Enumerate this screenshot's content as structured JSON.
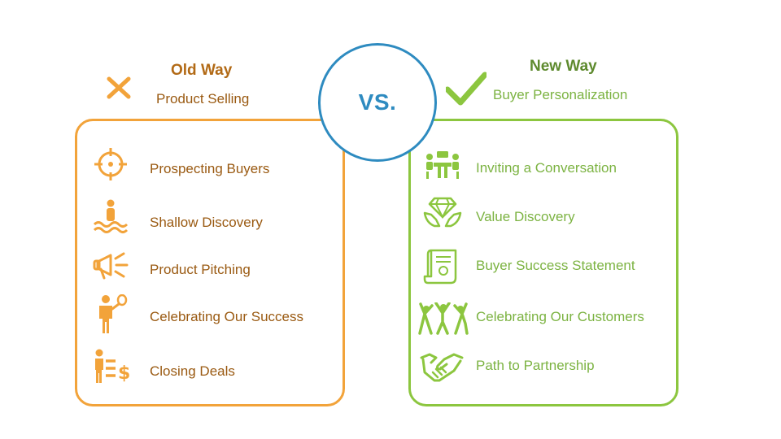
{
  "old_way": {
    "heading": "Old Way",
    "subheading": "Product Selling",
    "marker_icon": "x-mark-icon",
    "color": "#f2a33a",
    "items": [
      {
        "label": "Prospecting Buyers",
        "icon": "crosshair-icon"
      },
      {
        "label": "Shallow Discovery",
        "icon": "sinking-person-icon"
      },
      {
        "label": "Product Pitching",
        "icon": "megaphone-icon"
      },
      {
        "label": "Celebrating Our Success",
        "icon": "person-with-balloon-icon"
      },
      {
        "label": "Closing Deals",
        "icon": "person-with-dollar-list-icon"
      }
    ]
  },
  "versus": {
    "label": "VS.",
    "color": "#2e8bc0"
  },
  "new_way": {
    "heading": "New Way",
    "subheading": "Buyer Personalization",
    "marker_icon": "checkmark-icon",
    "color": "#8cc63f",
    "items": [
      {
        "label": "Inviting a Conversation",
        "icon": "meeting-table-icon"
      },
      {
        "label": "Value Discovery",
        "icon": "hands-with-diamond-icon"
      },
      {
        "label": "Buyer Success Statement",
        "icon": "certificate-scroll-icon"
      },
      {
        "label": "Celebrating Our Customers",
        "icon": "cheering-people-icon"
      },
      {
        "label": "Path to Partnership",
        "icon": "handshake-icon"
      }
    ]
  }
}
